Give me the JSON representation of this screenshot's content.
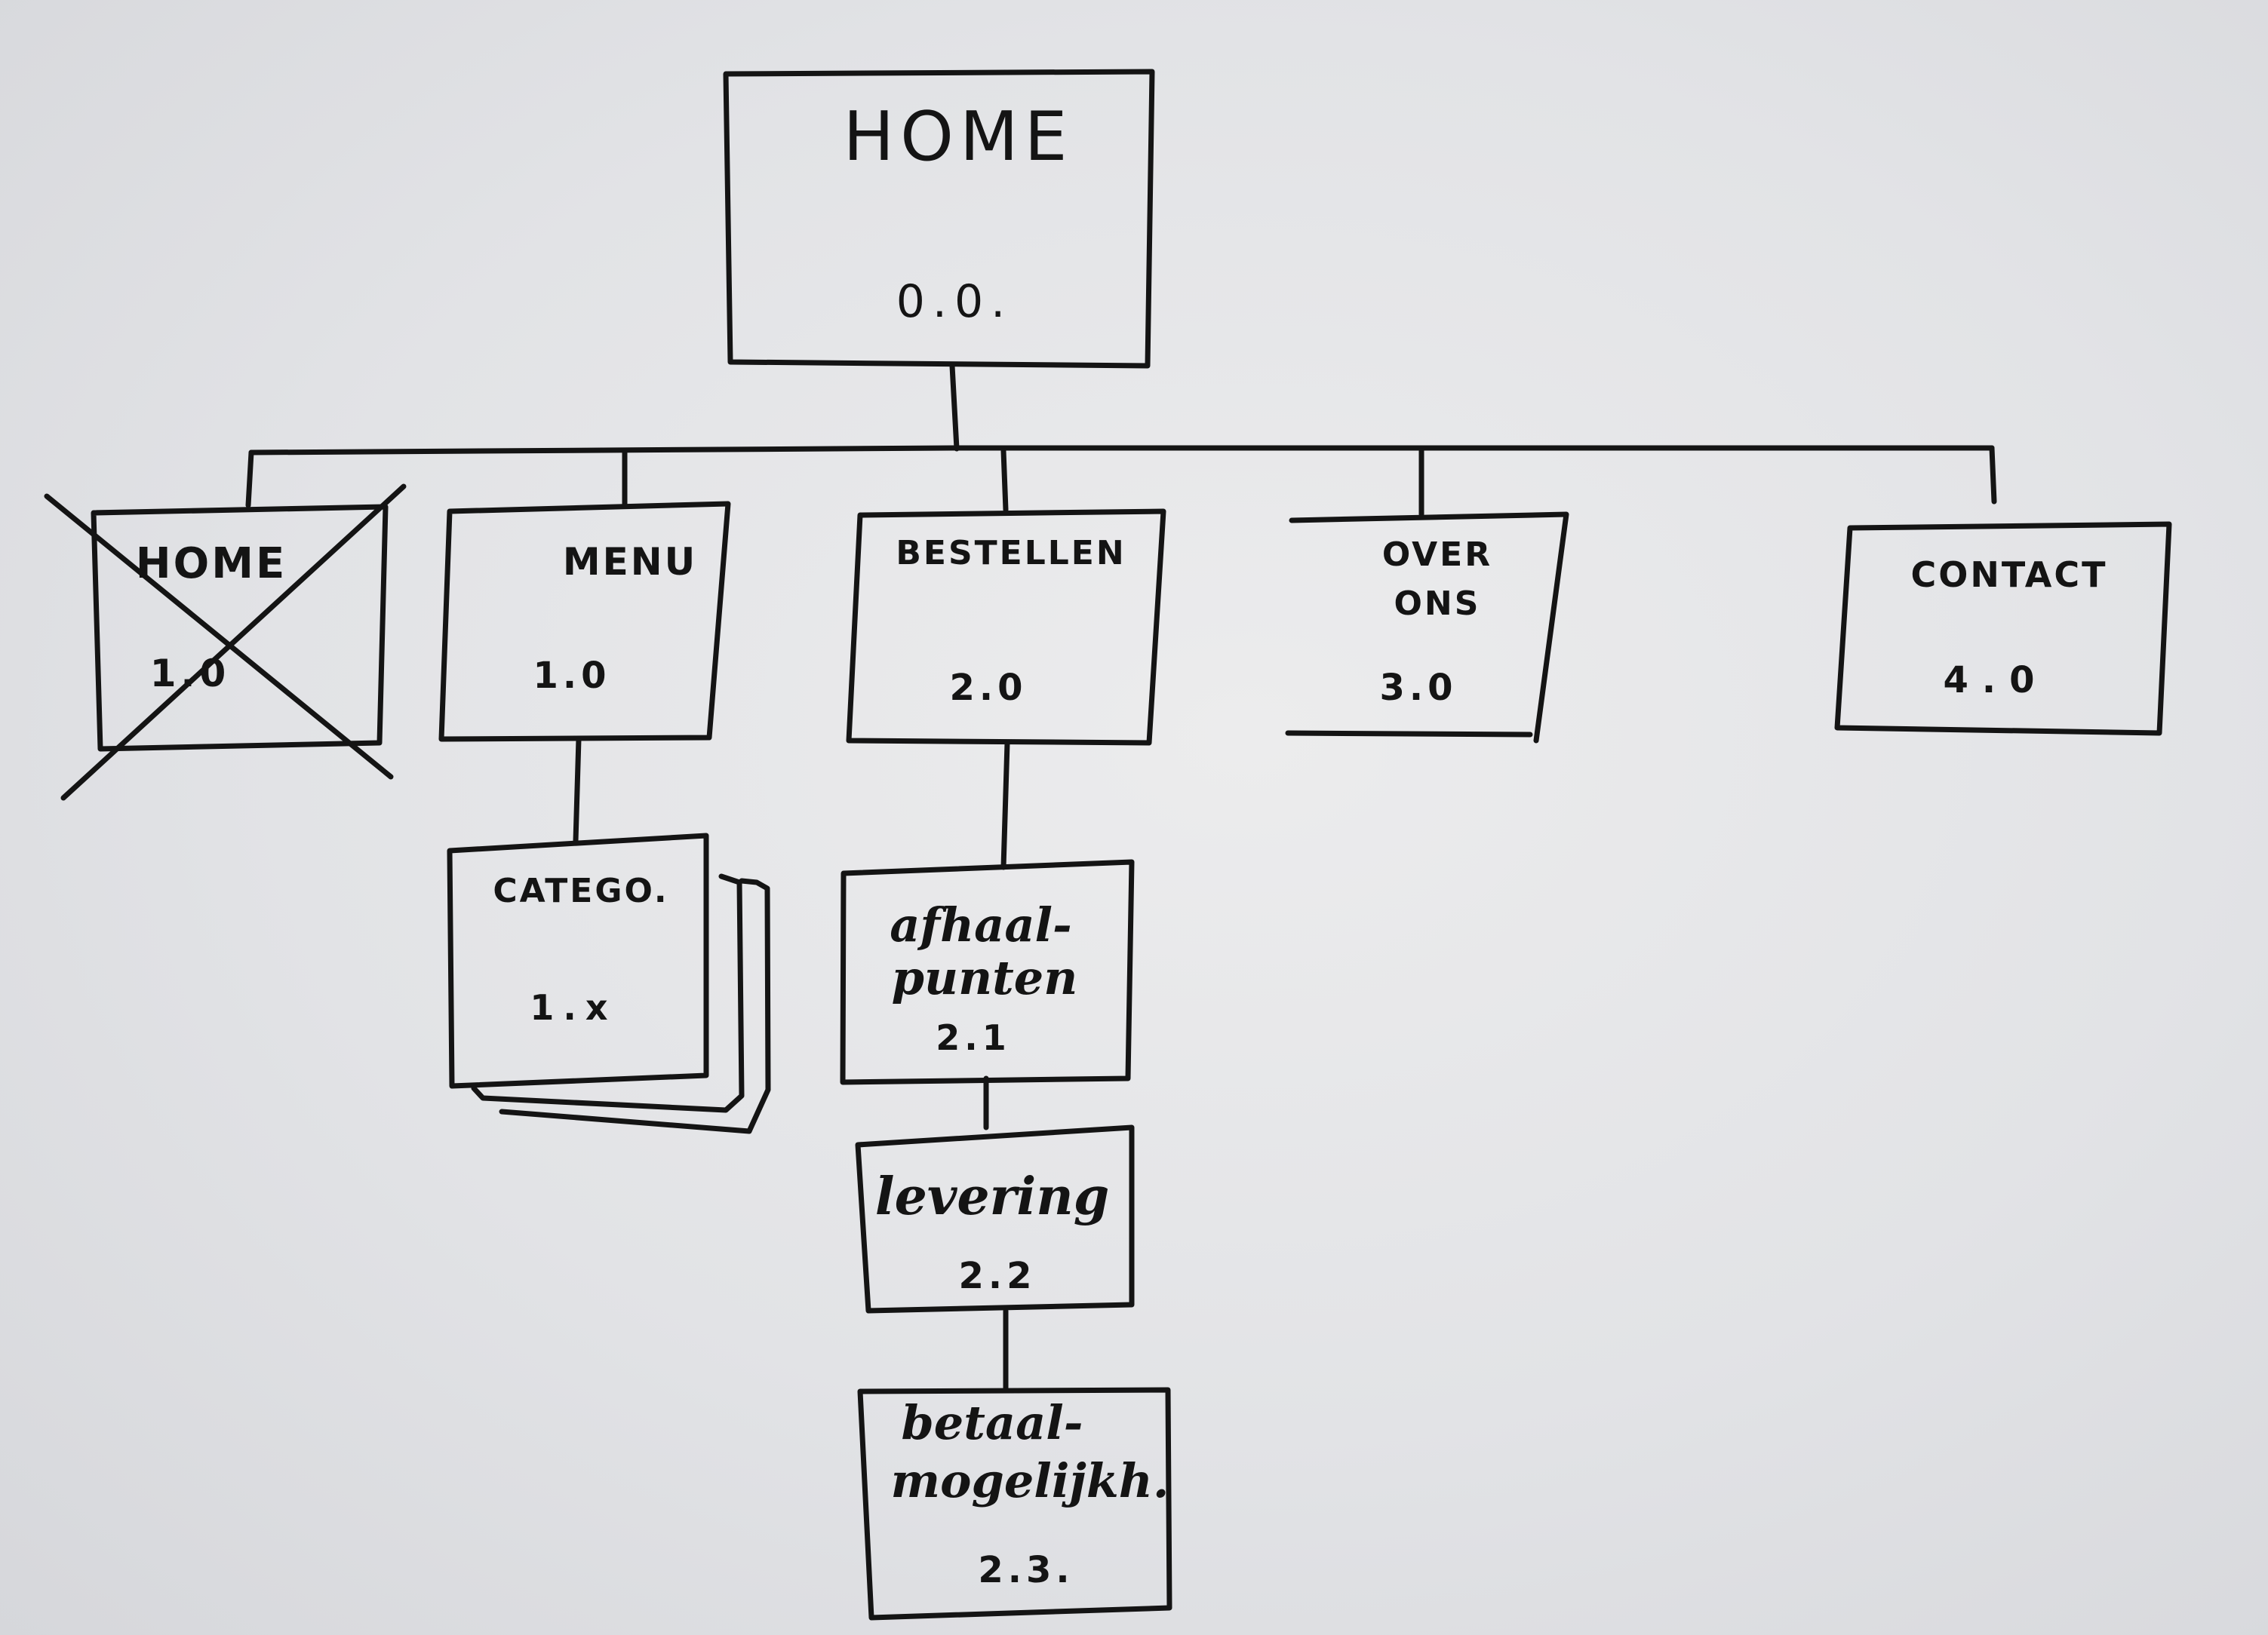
{
  "nodes": {
    "root": {
      "title": "HOME",
      "number": "0.0."
    },
    "home": {
      "title": "HOME",
      "number": "1.0"
    },
    "menu": {
      "title": "MENU",
      "number": "1.0"
    },
    "categories": {
      "title": "CATEGO.",
      "number": "1.x"
    },
    "bestellen": {
      "title": "BESTELLEN",
      "number": "2.0"
    },
    "afhaalpunten": {
      "title_line1": "afhaal-",
      "title_line2": "punten",
      "number": "2.1"
    },
    "levering": {
      "title": "levering",
      "number": "2.2"
    },
    "betaal": {
      "title_line1": "betaal-",
      "title_line2": "mogelijkh.",
      "number": "2.3."
    },
    "over_ons": {
      "title_line1": "OVER",
      "title_line2": "ONS",
      "number": "3.0"
    },
    "contact": {
      "title": "CONTACT",
      "number": "4.0"
    }
  },
  "crossed_out": [
    "home"
  ]
}
